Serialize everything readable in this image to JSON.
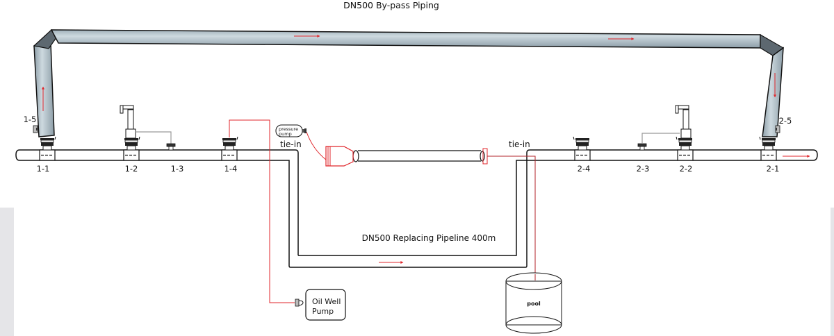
{
  "title": "DN500 By-pass Piping",
  "replacing_label": "DN500 Replacing Pipeline 400m",
  "tie_in_left": "tie-in",
  "tie_in_right": "tie-in",
  "pressure_pump": {
    "line1": "pressure",
    "line2": "pump"
  },
  "oil_well_pump": {
    "line1": "Oil Well",
    "line2": "Pump"
  },
  "pool": "pool",
  "valves_left": {
    "v11": "1-1",
    "v12": "1-2",
    "v13": "1-3",
    "v14": "1-4",
    "v15": "1-5"
  },
  "valves_right": {
    "v21": "2-1",
    "v22": "2-2",
    "v23": "2-3",
    "v24": "2-4",
    "v25": "2-5"
  },
  "colors": {
    "pipe": "#b9c9d2",
    "pipe_dark": "#5d6870",
    "flow_arrow": "#e0262b",
    "line": "#111111"
  }
}
